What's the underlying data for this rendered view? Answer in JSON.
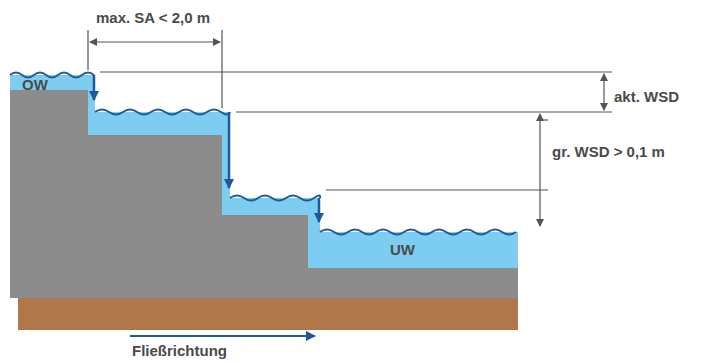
{
  "diagram": {
    "labels": [
      "max. SA < 2,0 m",
      "OW",
      "akt. WSD",
      "gr. WSD > 0,1 m",
      "UW",
      "Fließrichtung"
    ]
  }
}
